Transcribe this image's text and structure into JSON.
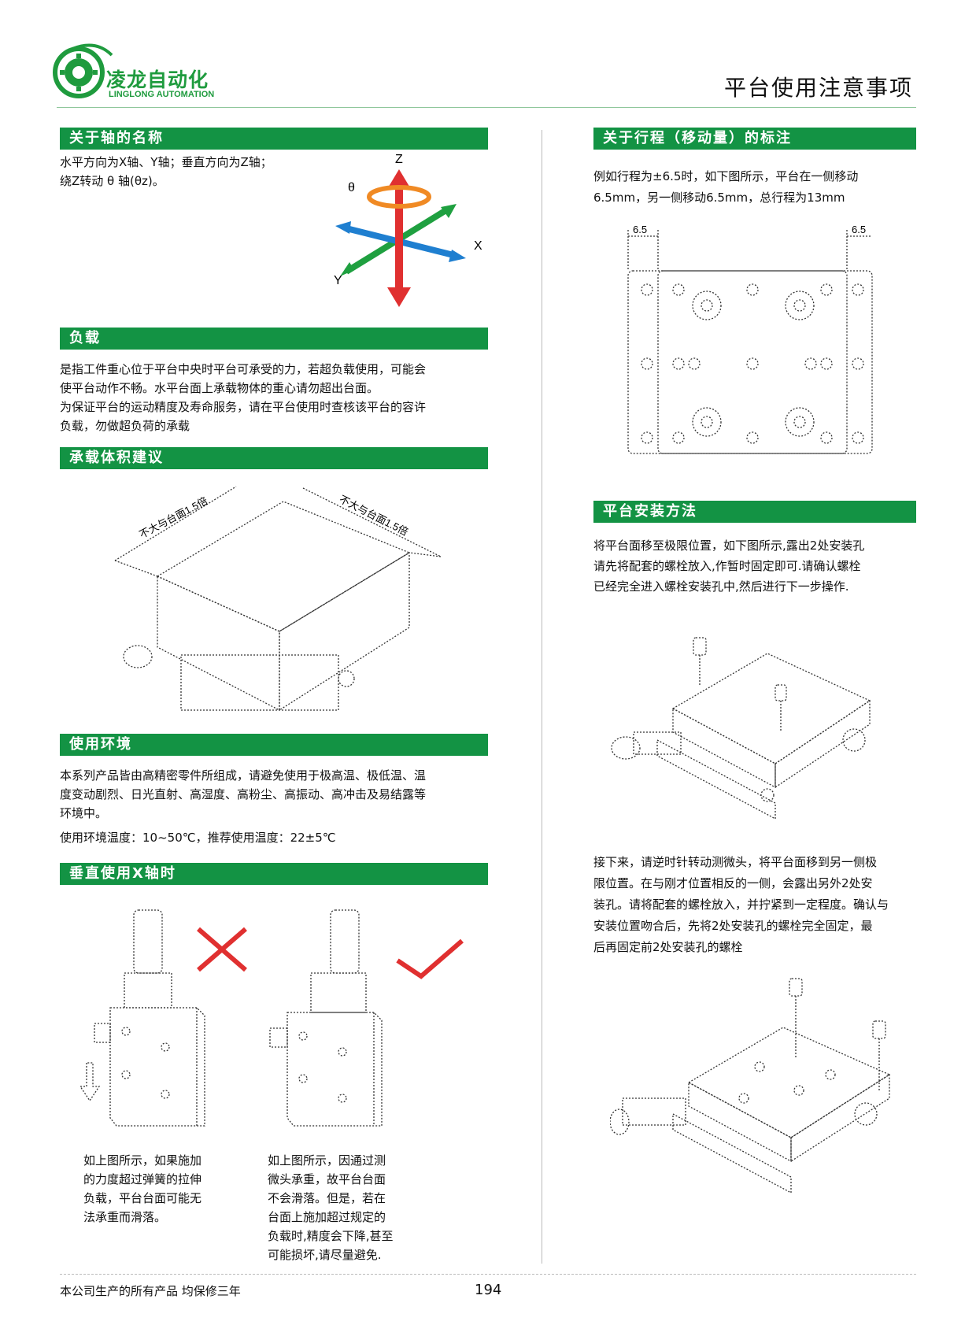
{
  "header": {
    "logo_cn": "凌龙自动化",
    "logo_en": "LINGLONG AUTOMATION",
    "title": "平台使用注意事项"
  },
  "left": {
    "axis": {
      "heading": "关于轴的名称",
      "line1": "水平方向为X轴、Y轴；垂直方向为Z轴；",
      "line2": "绕Z转动 θ 轴(θz)。",
      "labels": {
        "z": "Z",
        "x": "X",
        "y": "Y",
        "theta": "θ"
      }
    },
    "load": {
      "heading": "负载",
      "lines": [
        "是指工件重心位于平台中央时平台可承受的力，若超负载使用，可能会",
        "使平台动作不畅。水平台面上承载物体的重心请勿超出台面。",
        "为保证平台的运动精度及寿命服务，请在平台使用时查核该平台的容许",
        "负载，勿做超负荷的承载"
      ]
    },
    "volume": {
      "heading": "承载体积建议",
      "dim_left": "不大与台面1.5倍",
      "dim_right": "不大与台面1.5倍"
    },
    "env": {
      "heading": "使用环境",
      "lines": [
        "本系列产品皆由高精密零件所组成，请避免使用于极高温、极低温、温",
        "度变动剧烈、日光直射、高湿度、高粉尘、高振动、高冲击及易结露等",
        "环境中。"
      ],
      "temp": "使用环境温度：10~50℃，推荐使用温度：22±5℃"
    },
    "vertical": {
      "heading": "垂直使用X轴时",
      "caption_left": [
        "如上图所示，如果施加",
        "的力度超过弹簧的拉伸",
        "负载，平台台面可能无",
        "法承重而滑落。"
      ],
      "caption_right": [
        "如上图所示，因通过测",
        "微头承重，故平台台面",
        "不会滑落。但是，若在",
        "台面上施加超过规定的",
        "负载时,精度会下降,甚至",
        "可能损坏,请尽量避免."
      ]
    }
  },
  "right": {
    "travel": {
      "heading": "关于行程（移动量）的标注",
      "line1": "例如行程为±6.5时，如下图所示，平台在一侧移动",
      "line2": "6.5mm，另一侧移动6.5mm，总行程为13mm",
      "dim_left": "6.5",
      "dim_right": "6.5"
    },
    "install": {
      "heading": "平台安装方法",
      "lines": [
        "将平台面移至极限位置，如下图所示,露出2处安装孔",
        "请先将配套的螺栓放入,作暂时固定即可.请确认螺栓",
        "已经完全进入螺栓安装孔中,然后进行下一步操作."
      ],
      "lines2": [
        "接下来，请逆时针转动测微头，将平台面移到另一侧极",
        "限位置。在与刚才位置相反的一侧，会露出另外2处安",
        "装孔。请将配套的螺栓放入，并拧紧到一定程度。确认与",
        "安装位置吻合后，先将2处安装孔的螺栓完全固定，最",
        "后再固定前2处安装孔的螺栓"
      ]
    }
  },
  "footer": {
    "warranty": "本公司生产的所有产品  均保修三年",
    "page": "194"
  },
  "colors": {
    "green": "#139344",
    "red": "#e03030",
    "blue": "#1f7fd0",
    "orange": "#f08a24"
  }
}
